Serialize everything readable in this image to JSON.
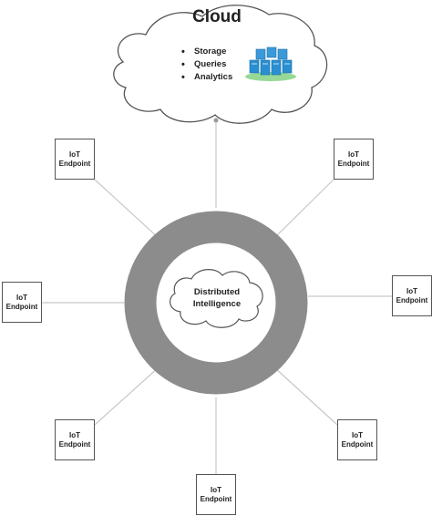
{
  "cloud": {
    "title": "Cloud",
    "items": [
      "Storage",
      "Queries",
      "Analytics"
    ],
    "icon": "server-cluster-icon"
  },
  "core": {
    "label": [
      "Distributed",
      "Intelligence"
    ]
  },
  "endpoints": [
    {
      "line1": "IoT",
      "line2": "Endpoint"
    },
    {
      "line1": "IoT",
      "line2": "Endpoint"
    },
    {
      "line1": "IoT",
      "line2": "Endpoint"
    },
    {
      "line1": "IoT",
      "line2": "Endpoint"
    },
    {
      "line1": "IoT",
      "line2": "Endpoint"
    },
    {
      "line1": "IoT",
      "line2": "Endpoint"
    },
    {
      "line1": "IoT",
      "line2": "Endpoint"
    }
  ],
  "colors": {
    "ring": "#8c8c8c",
    "outline": "#555555",
    "connector": "#c8c8c8",
    "server": "#2a8fd0"
  }
}
